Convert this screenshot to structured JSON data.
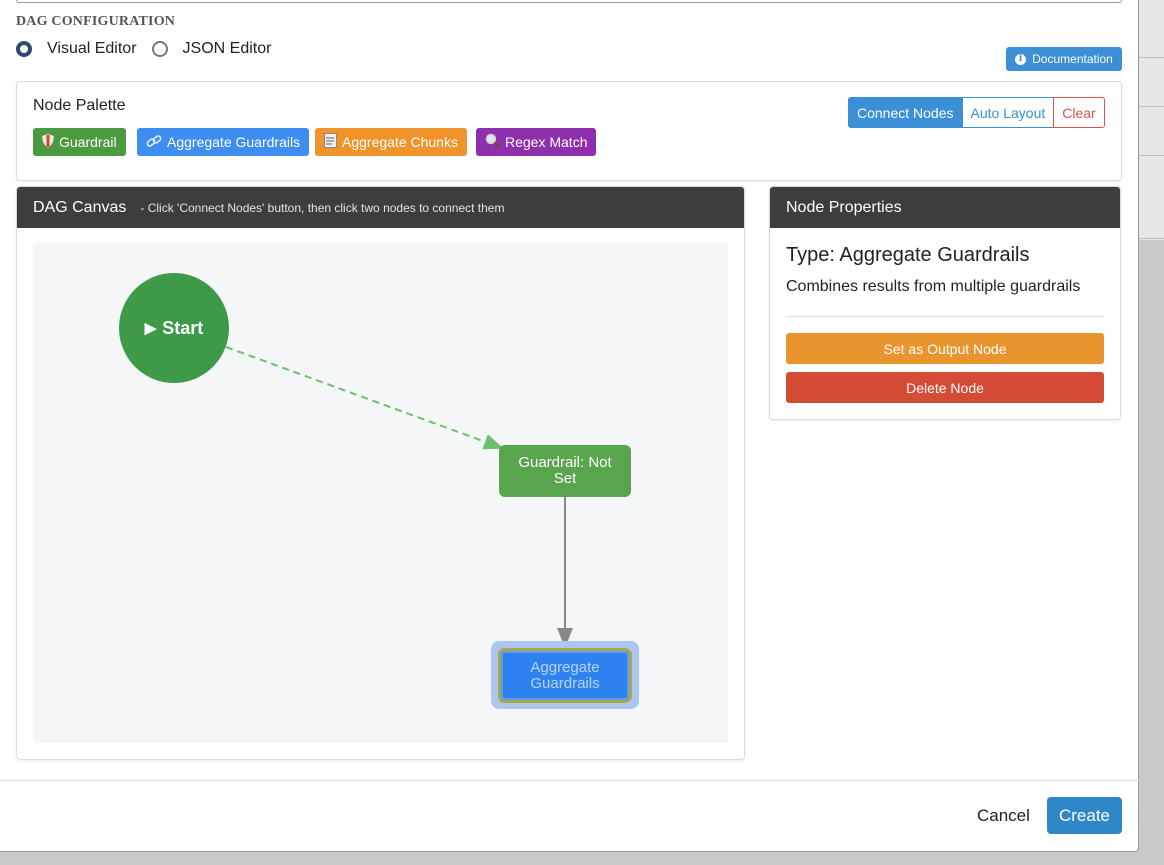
{
  "section": {
    "title": "DAG CONFIGURATION"
  },
  "editor_mode": {
    "options": [
      {
        "label": "Visual Editor",
        "checked": true
      },
      {
        "label": "JSON Editor",
        "checked": false
      }
    ]
  },
  "documentation_button": {
    "label": "Documentation",
    "icon": "info-icon"
  },
  "palette": {
    "title": "Node Palette",
    "items": [
      {
        "label": "Guardrail",
        "icon": "shield-icon",
        "color": "#4c9a3f"
      },
      {
        "label": "Aggregate Guardrails",
        "icon": "link-icon",
        "color": "#3d8ef0"
      },
      {
        "label": "Aggregate Chunks",
        "icon": "document-icon",
        "color": "#f0932b"
      },
      {
        "label": "Regex Match",
        "icon": "magnifier-icon",
        "color": "#8e2fad"
      }
    ],
    "actions": {
      "connect": "Connect Nodes",
      "auto_layout": "Auto Layout",
      "clear": "Clear"
    }
  },
  "canvas": {
    "title": "DAG Canvas",
    "hint": "- Click 'Connect Nodes' button, then click two nodes to connect them",
    "nodes": {
      "start": "Start",
      "guardrail": "Guardrail: Not Set",
      "aggregate": "Aggregate Guardrails"
    },
    "edge_color_dashed": "#6cc16a",
    "edge_color_solid": "#888888"
  },
  "properties": {
    "title": "Node Properties",
    "type": "Type: Aggregate Guardrails",
    "description": "Combines results from multiple guardrails",
    "set_output": "Set as Output Node",
    "delete": "Delete Node",
    "set_output_color": "#e8952d",
    "delete_color": "#d44b36"
  },
  "footer": {
    "cancel": "Cancel",
    "create": "Create"
  }
}
